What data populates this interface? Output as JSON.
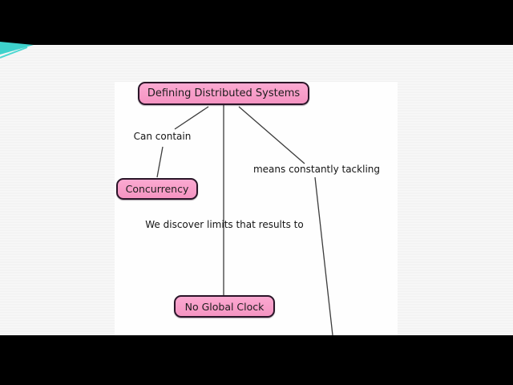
{
  "frame": {
    "kind": "letterboxed video frame of a concept map slide"
  },
  "diagram": {
    "nodes": [
      {
        "id": "root",
        "label": "Defining Distributed Systems"
      },
      {
        "id": "concurrency",
        "label": "Concurrency"
      },
      {
        "id": "no_global_clock",
        "label": "No Global Clock"
      }
    ],
    "edges": [
      {
        "from": "root",
        "label": "Can contain",
        "to": "concurrency"
      },
      {
        "from": "root",
        "label": "We discover limits that results to",
        "to": "no_global_clock"
      },
      {
        "from": "root",
        "label": "means constantly tackling",
        "to": ""
      }
    ],
    "colors": {
      "node_fill": "#F79CC8",
      "node_border": "#2A1528",
      "connector": "#3C3C3C",
      "canvas": "#FEFEFE",
      "slide_background": "#F4F4F4",
      "letterbox": "#000000",
      "accent_swoosh": "#3ED2CC"
    }
  }
}
